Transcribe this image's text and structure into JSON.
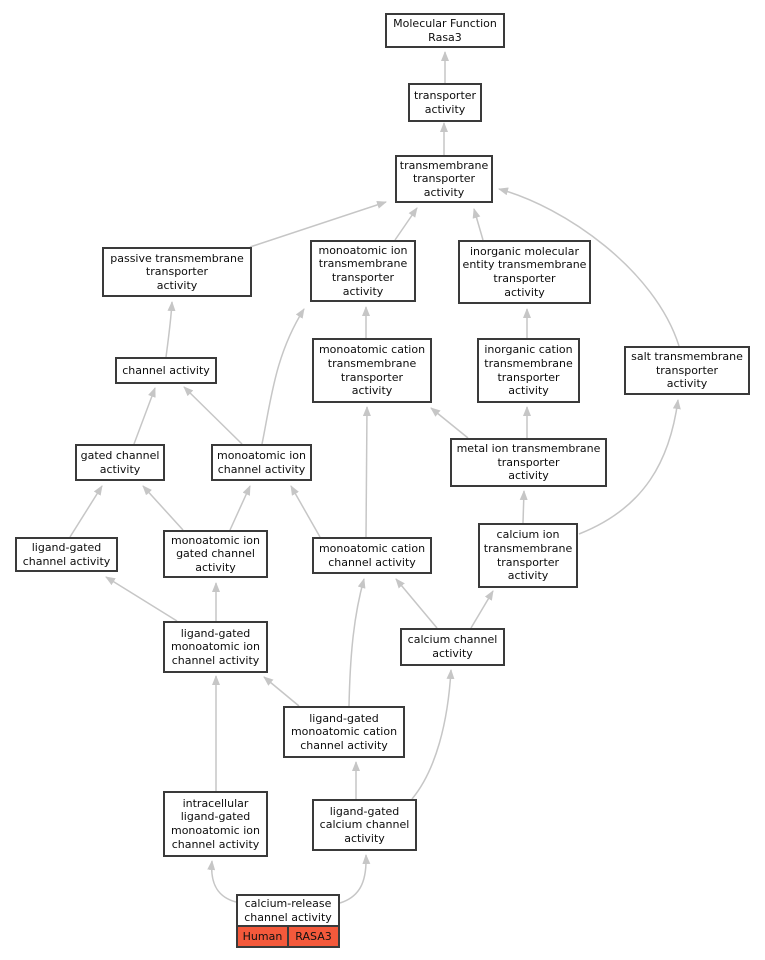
{
  "diagram_title": "Molecular Function\nRasa3",
  "colors": {
    "node_fill": "#ffffff",
    "node_border": "#3a3a3a",
    "edge": "#c6c6c6",
    "highlight_fill": "#f4593b",
    "text": "#0d0d0d",
    "background": "#ffffff"
  },
  "nodes": [
    {
      "id": "molecular-function-rasa3",
      "label": "Molecular Function\nRasa3"
    },
    {
      "id": "transporter-activity",
      "label": "transporter\nactivity"
    },
    {
      "id": "transmembrane-transporter-activity",
      "label": "transmembrane\ntransporter\nactivity"
    },
    {
      "id": "passive-transmembrane-transporter-activity",
      "label": "passive transmembrane\ntransporter\nactivity"
    },
    {
      "id": "monoatomic-ion-transmembrane-transporter-activity",
      "label": "monoatomic ion\ntransmembrane\ntransporter\nactivity"
    },
    {
      "id": "inorganic-molecular-entity-transmembrane-transporter-activity",
      "label": "inorganic molecular\nentity transmembrane\ntransporter\nactivity"
    },
    {
      "id": "salt-transmembrane-transporter-activity",
      "label": "salt transmembrane\ntransporter\nactivity"
    },
    {
      "id": "monoatomic-cation-transmembrane-transporter-activity",
      "label": "monoatomic cation\ntransmembrane\ntransporter\nactivity"
    },
    {
      "id": "inorganic-cation-transmembrane-transporter-activity",
      "label": "inorganic cation\ntransmembrane\ntransporter\nactivity"
    },
    {
      "id": "channel-activity",
      "label": "channel activity"
    },
    {
      "id": "metal-ion-transmembrane-transporter-activity",
      "label": "metal ion transmembrane\ntransporter\nactivity"
    },
    {
      "id": "gated-channel-activity",
      "label": "gated channel\nactivity"
    },
    {
      "id": "monoatomic-ion-channel-activity",
      "label": "monoatomic ion\nchannel activity"
    },
    {
      "id": "ligand-gated-channel-activity",
      "label": "ligand-gated\nchannel activity"
    },
    {
      "id": "monoatomic-ion-gated-channel-activity",
      "label": "monoatomic ion\ngated channel\nactivity"
    },
    {
      "id": "monoatomic-cation-channel-activity",
      "label": "monoatomic cation\nchannel activity"
    },
    {
      "id": "calcium-ion-transmembrane-transporter-activity",
      "label": "calcium ion\ntransmembrane\ntransporter\nactivity"
    },
    {
      "id": "ligand-gated-monoatomic-ion-channel-activity",
      "label": "ligand-gated\nmonoatomic ion\nchannel activity"
    },
    {
      "id": "calcium-channel-activity",
      "label": "calcium channel\nactivity"
    },
    {
      "id": "ligand-gated-monoatomic-cation-channel-activity",
      "label": "ligand-gated\nmonoatomic cation\nchannel activity"
    },
    {
      "id": "intracellular-ligand-gated-monoatomic-ion-channel-activity",
      "label": "intracellular\nligand-gated\nmonoatomic ion\nchannel activity"
    },
    {
      "id": "ligand-gated-calcium-channel-activity",
      "label": "ligand-gated\ncalcium channel\nactivity"
    },
    {
      "id": "calcium-release-channel-activity",
      "label": "calcium-release\nchannel activity",
      "species": "Human",
      "gene": "RASA3"
    }
  ],
  "edges": [
    {
      "from": "transporter-activity",
      "to": "molecular-function-rasa3"
    },
    {
      "from": "transmembrane-transporter-activity",
      "to": "transporter-activity"
    },
    {
      "from": "passive-transmembrane-transporter-activity",
      "to": "transmembrane-transporter-activity"
    },
    {
      "from": "monoatomic-ion-transmembrane-transporter-activity",
      "to": "transmembrane-transporter-activity"
    },
    {
      "from": "inorganic-molecular-entity-transmembrane-transporter-activity",
      "to": "transmembrane-transporter-activity"
    },
    {
      "from": "salt-transmembrane-transporter-activity",
      "to": "transmembrane-transporter-activity"
    },
    {
      "from": "channel-activity",
      "to": "passive-transmembrane-transporter-activity"
    },
    {
      "from": "monoatomic-cation-transmembrane-transporter-activity",
      "to": "monoatomic-ion-transmembrane-transporter-activity"
    },
    {
      "from": "inorganic-cation-transmembrane-transporter-activity",
      "to": "inorganic-molecular-entity-transmembrane-transporter-activity"
    },
    {
      "from": "metal-ion-transmembrane-transporter-activity",
      "to": "monoatomic-cation-transmembrane-transporter-activity"
    },
    {
      "from": "metal-ion-transmembrane-transporter-activity",
      "to": "inorganic-cation-transmembrane-transporter-activity"
    },
    {
      "from": "gated-channel-activity",
      "to": "channel-activity"
    },
    {
      "from": "monoatomic-ion-channel-activity",
      "to": "channel-activity"
    },
    {
      "from": "monoatomic-ion-channel-activity",
      "to": "monoatomic-ion-transmembrane-transporter-activity"
    },
    {
      "from": "monoatomic-cation-channel-activity",
      "to": "monoatomic-ion-channel-activity"
    },
    {
      "from": "monoatomic-cation-channel-activity",
      "to": "monoatomic-cation-transmembrane-transporter-activity"
    },
    {
      "from": "calcium-ion-transmembrane-transporter-activity",
      "to": "metal-ion-transmembrane-transporter-activity"
    },
    {
      "from": "calcium-ion-transmembrane-transporter-activity",
      "to": "salt-transmembrane-transporter-activity"
    },
    {
      "from": "ligand-gated-channel-activity",
      "to": "gated-channel-activity"
    },
    {
      "from": "monoatomic-ion-gated-channel-activity",
      "to": "gated-channel-activity"
    },
    {
      "from": "monoatomic-ion-gated-channel-activity",
      "to": "monoatomic-ion-channel-activity"
    },
    {
      "from": "calcium-channel-activity",
      "to": "monoatomic-cation-channel-activity"
    },
    {
      "from": "calcium-channel-activity",
      "to": "calcium-ion-transmembrane-transporter-activity"
    },
    {
      "from": "ligand-gated-monoatomic-ion-channel-activity",
      "to": "ligand-gated-channel-activity"
    },
    {
      "from": "ligand-gated-monoatomic-ion-channel-activity",
      "to": "monoatomic-ion-gated-channel-activity"
    },
    {
      "from": "ligand-gated-monoatomic-cation-channel-activity",
      "to": "ligand-gated-monoatomic-ion-channel-activity"
    },
    {
      "from": "ligand-gated-monoatomic-cation-channel-activity",
      "to": "monoatomic-cation-channel-activity"
    },
    {
      "from": "ligand-gated-calcium-channel-activity",
      "to": "ligand-gated-monoatomic-cation-channel-activity"
    },
    {
      "from": "ligand-gated-calcium-channel-activity",
      "to": "calcium-channel-activity"
    },
    {
      "from": "intracellular-ligand-gated-monoatomic-ion-channel-activity",
      "to": "ligand-gated-monoatomic-ion-channel-activity"
    },
    {
      "from": "calcium-release-channel-activity",
      "to": "intracellular-ligand-gated-monoatomic-ion-channel-activity"
    },
    {
      "from": "calcium-release-channel-activity",
      "to": "ligand-gated-calcium-channel-activity"
    }
  ]
}
